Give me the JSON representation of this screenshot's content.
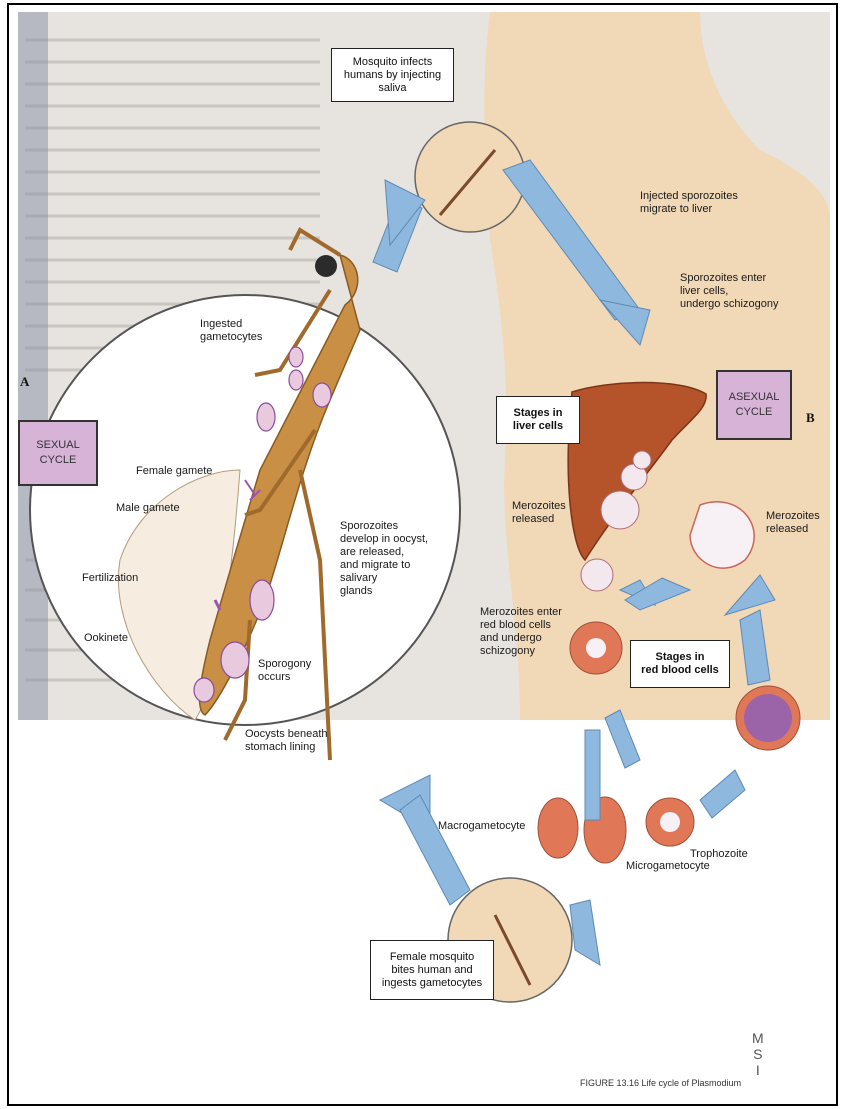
{
  "labels": {
    "mosquito_infects": "Mosquito infects\nhumans by injecting\nsaliva",
    "injected_sporozoites": "Injected sporozoites\nmigrate to liver",
    "sporozoites_enter": "Sporozoites enter\nliver cells,\nundergo schizogony",
    "ingested_gametocytes": "Ingested\ngametocytes",
    "sexual_cycle": "SEXUAL\nCYCLE",
    "asexual_cycle": "ASEXUAL\nCYCLE",
    "panel_a": "A",
    "panel_b": "B",
    "stages_liver": "Stages in\nliver cells",
    "female_gamete": "Female gamete",
    "male_gamete": "Male gamete",
    "sporozoites_develop": "Sporozoites\ndevelop in oocyst,\nare released,\nand migrate to\nsalivary\nglands",
    "merozoites_released_1": "Merozoites\nreleased",
    "merozoites_released_2": "Merozoites\nreleased",
    "fertilization": "Fertilization",
    "merozoites_enter": "Merozoites enter\nred blood cells\nand undergo\nschizogony",
    "ookinete": "Ookinete",
    "sporogony": "Sporogony\noccurs",
    "stages_rbc": "Stages in\nred blood cells",
    "oocysts": "Oocysts beneath\nstomach lining",
    "trophozoite": "Trophozoite",
    "macrogametocyte": "Macrogametocyte",
    "microgametocyte": "Microgametocyte",
    "female_mosquito": "Female mosquito\nbites human and\ningests gametocytes",
    "signature": "M\nS\nI",
    "footer": "FIGURE 13.16  Life cycle of Plasmodium"
  },
  "colors": {
    "skin": "#f1d8b6",
    "insect": "#c98f45",
    "liver": "#b5532a",
    "rbc": "#e07858",
    "cycle_box": "#d7b3d8",
    "arrow": "#8fb8de",
    "parasite": "#8a4c9c"
  }
}
